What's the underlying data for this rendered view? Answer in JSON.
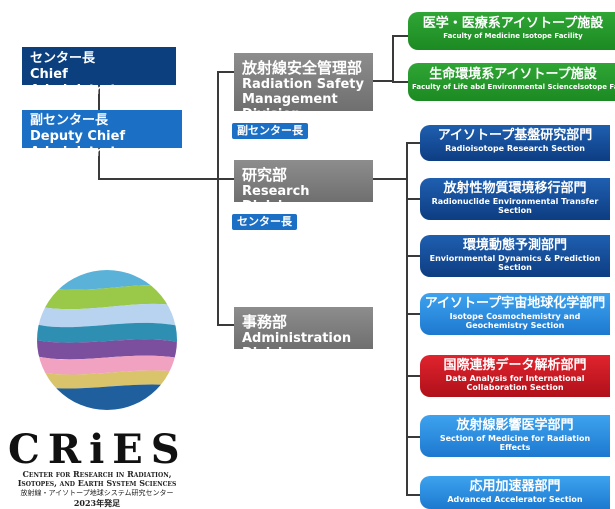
{
  "left_boxes": {
    "chief_ja": "センター長",
    "chief_en": "Chief Administrator",
    "deputy_ja": "副センター長",
    "deputy_en": "Deputy Chief Administrator"
  },
  "divisions": {
    "safety_ja": "放射線安全管理部",
    "safety_en_1": "Radiation Safety",
    "safety_en_2": "Management Division",
    "safety_tag": "副センター長",
    "research_ja": "研究部",
    "research_en": "Research Division",
    "research_tag": "センター長",
    "admin_ja": "事務部",
    "admin_en": "Administration Division"
  },
  "facilities": [
    {
      "ja": "医学・医療系アイソトープ施設",
      "en": "Faculty of Medicine Isotope Facility"
    },
    {
      "ja": "生命環境系アイソトープ施設",
      "en": "Faculty of Life abd Environmental Sciencelsotope Facility"
    }
  ],
  "sections": [
    {
      "ja": "アイソトープ基盤研究部門",
      "en": "Radioisotope Research Section",
      "color": "#0d3d82"
    },
    {
      "ja": "放射性物質環境移行部門",
      "en": "Radionuclide Environmental Transfer Section",
      "color": "#0d3d82"
    },
    {
      "ja": "環境動態予測部門",
      "en": "Enviornmental Dynamics & Prediction Section",
      "color": "#0d3d82"
    },
    {
      "ja": "アイソトープ宇宙地球化学部門",
      "en": "Isotope Cosmochemistry and Geochemistry Section",
      "color": "#1d79cf"
    },
    {
      "ja": "国際連携データ解析部門",
      "en": "Data Analysis for International Collaboration Section",
      "color": "#b0101a"
    },
    {
      "ja": "放射線影響医学部門",
      "en": "Section of Medicine for Radiation Effects",
      "color": "#1d79cf"
    },
    {
      "ja": "応用加速器部門",
      "en": "Advanced Accelerator Section",
      "color": "#1d79cf"
    }
  ],
  "logo": {
    "word": "CRiES",
    "sub_1": "Center for Research in Radiation,",
    "sub_2": "Isotopes, and Earth System Sciences",
    "sub_ja": "放射線・アイソトープ地球システム研究センター",
    "founded": "2023年発足"
  }
}
